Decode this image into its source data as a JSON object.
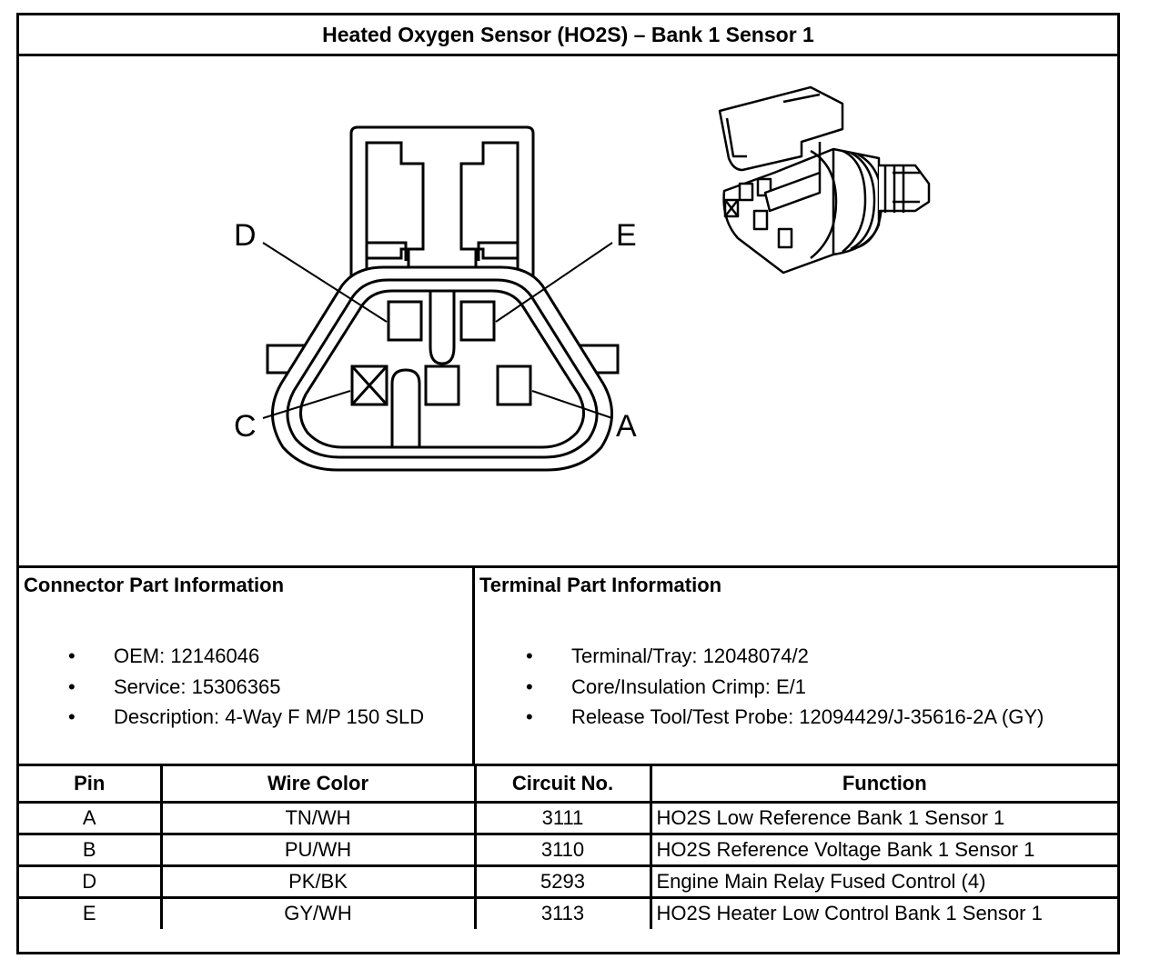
{
  "title": "Heated Oxygen Sensor (HO2S) – Bank 1 Sensor 1",
  "diagram": {
    "pin_labels": {
      "D": "D",
      "E": "E",
      "C": "C",
      "A": "A"
    },
    "icons": {
      "connector_face": "connector-face-icon",
      "connector_3d": "connector-3d-icon"
    }
  },
  "connector_info": {
    "heading": "Connector Part Information",
    "items": [
      "OEM: 12146046",
      "Service: 15306365",
      "Description: 4-Way F M/P 150 SLD"
    ]
  },
  "terminal_info": {
    "heading": "Terminal Part Information",
    "items": [
      "Terminal/Tray: 12048074/2",
      "Core/Insulation Crimp: E/1",
      "Release Tool/Test Probe: 12094429/J-35616-2A (GY)"
    ]
  },
  "bullet": "•",
  "pin_table": {
    "headers": [
      "Pin",
      "Wire Color",
      "Circuit No.",
      "Function"
    ],
    "rows": [
      [
        "A",
        "TN/WH",
        "3111",
        "HO2S Low Reference Bank 1 Sensor 1"
      ],
      [
        "B",
        "PU/WH",
        "3110",
        "HO2S Reference Voltage Bank 1 Sensor 1"
      ],
      [
        "D",
        "PK/BK",
        "5293",
        "Engine Main Relay Fused Control (4)"
      ],
      [
        "E",
        "GY/WH",
        "3113",
        "HO2S Heater Low Control Bank 1 Sensor 1"
      ]
    ]
  }
}
